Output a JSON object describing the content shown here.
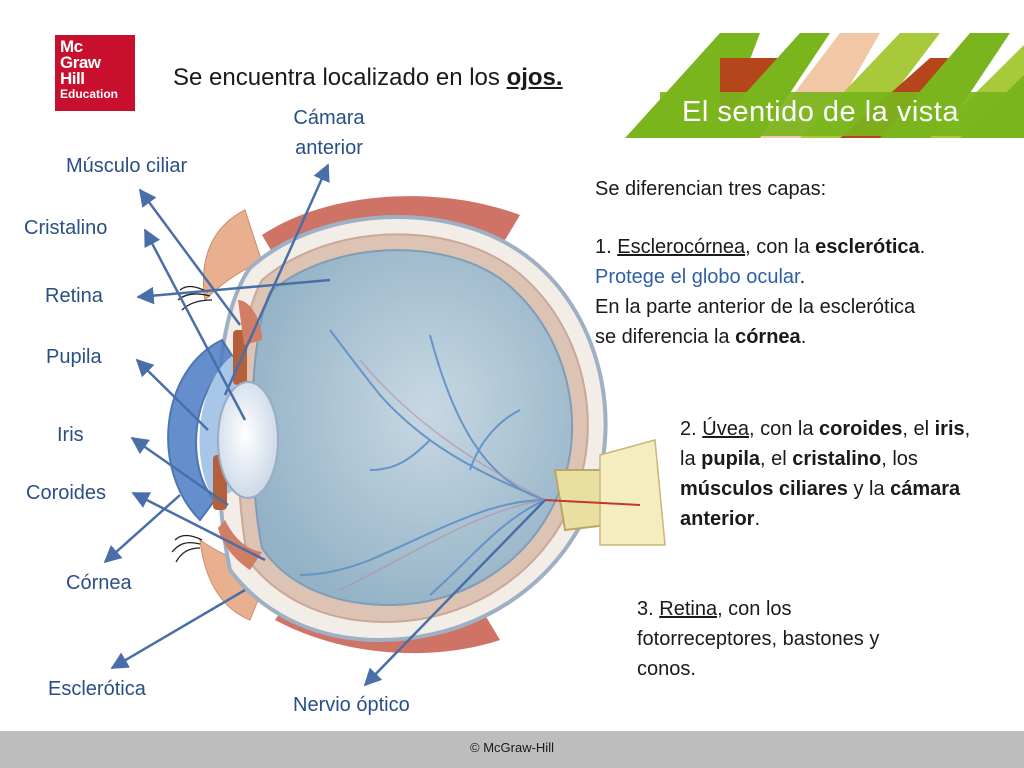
{
  "logo": {
    "lines": [
      "Mc",
      "Graw",
      "Hill",
      "Education"
    ]
  },
  "header": {
    "lead": "Se encuentra localizado en los",
    "emphasis": "ojos."
  },
  "banner": {
    "title": "El sentido de la vista"
  },
  "labels": {
    "camara_line1": "Cámara",
    "camara_line2": "anterior",
    "musculo": "Músculo ciliar",
    "cristalino": "Cristalino",
    "retina": "Retina",
    "pupila": "Pupila",
    "iris": "Iris",
    "coroides": "Coroides",
    "cornea": "Córnea",
    "esclerotica": "Esclerótica",
    "nervio": "Nervio óptico"
  },
  "intro": "Se diferencian tres capas:",
  "capa1": {
    "num": "1.",
    "term": "Esclerocórnea",
    "t1": ", con la",
    "b1": "esclerótica",
    "t2": ".",
    "blue": "Protege el globo ocular",
    "t3": ".",
    "line3": "En la parte anterior de la esclerótica",
    "t4": "se diferencia la",
    "b2": "córnea",
    "t5": "."
  },
  "capa2": {
    "num": "2.",
    "term": "Úvea",
    "t1": ", con la",
    "b1": "coroides",
    "t2": ", el",
    "b2": "iris",
    "t3": ",",
    "t4": "la",
    "b3": "pupila",
    "t5": ", el",
    "b4": "cristalino",
    "t6": ", los",
    "b5": "músculos ciliares",
    "t7": "y la",
    "b6": "cámara",
    "b7": "anterior",
    "t8": "."
  },
  "capa3": {
    "num": "3.",
    "term": "Retina",
    "t1": ", con los",
    "line2": "fotorreceptores, bastones y",
    "line3": "conos."
  },
  "footer": {
    "copyright": "© McGraw-Hill"
  },
  "colors": {
    "logo_red": "#c8102e",
    "label_blue": "#2a4f86",
    "arrow_blue": "#4a6fa8",
    "banner_green": "#7ab51d",
    "banner_lime": "#a8c93a",
    "banner_brown": "#b5451b",
    "banner_peach": "#f2c7a5"
  }
}
